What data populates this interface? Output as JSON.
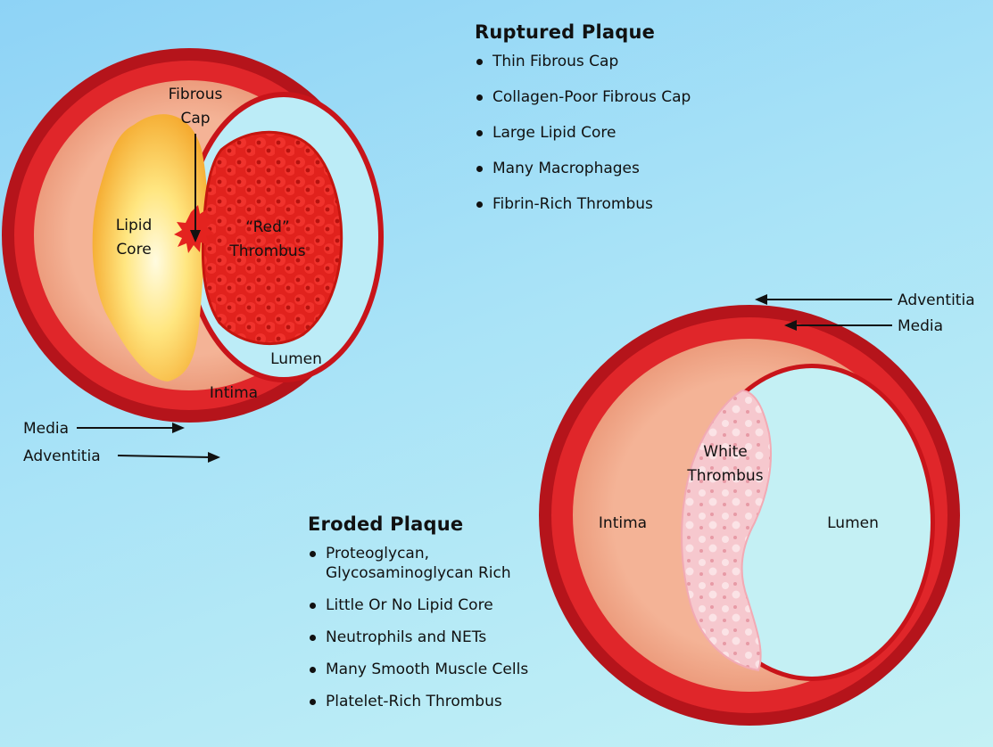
{
  "ruptured": {
    "title": "Ruptured Plaque",
    "bullets": [
      "Thin Fibrous Cap",
      "Collagen-Poor Fibrous Cap",
      "Large Lipid Core",
      "Many Macrophages",
      "Fibrin-Rich Thrombus"
    ],
    "labels": {
      "fibrous_cap_1": "Fibrous",
      "fibrous_cap_2": "Cap",
      "lipid_core_1": "Lipid",
      "lipid_core_2": "Core",
      "red_thrombus_1": "“Red”",
      "red_thrombus_2": "Thrombus",
      "lumen": "Lumen",
      "intima": "Intima",
      "media": "Media",
      "adventitia": "Adventitia"
    }
  },
  "eroded": {
    "title": "Eroded Plaque",
    "bullets": [
      [
        "Proteoglycan,",
        "Glycosaminoglycan Rich"
      ],
      "Little Or No Lipid Core",
      "Neutrophils and NETs",
      "Many Smooth Muscle Cells",
      "Platelet-Rich Thrombus"
    ],
    "labels": {
      "adventitia": "Adventitia",
      "media": "Media",
      "white_thrombus_1": "White",
      "white_thrombus_2": "Thrombus",
      "intima": "Intima",
      "lumen": "Lumen"
    }
  },
  "colors": {
    "adventitia": "#b5141b",
    "media": "#e0262a",
    "intima": "#f2a78a",
    "lumen": "#bff0f4",
    "lipid_core": "#fbd24a",
    "red_thrombus": "#e4231f",
    "white_thrombus": "#f7c9cf"
  }
}
